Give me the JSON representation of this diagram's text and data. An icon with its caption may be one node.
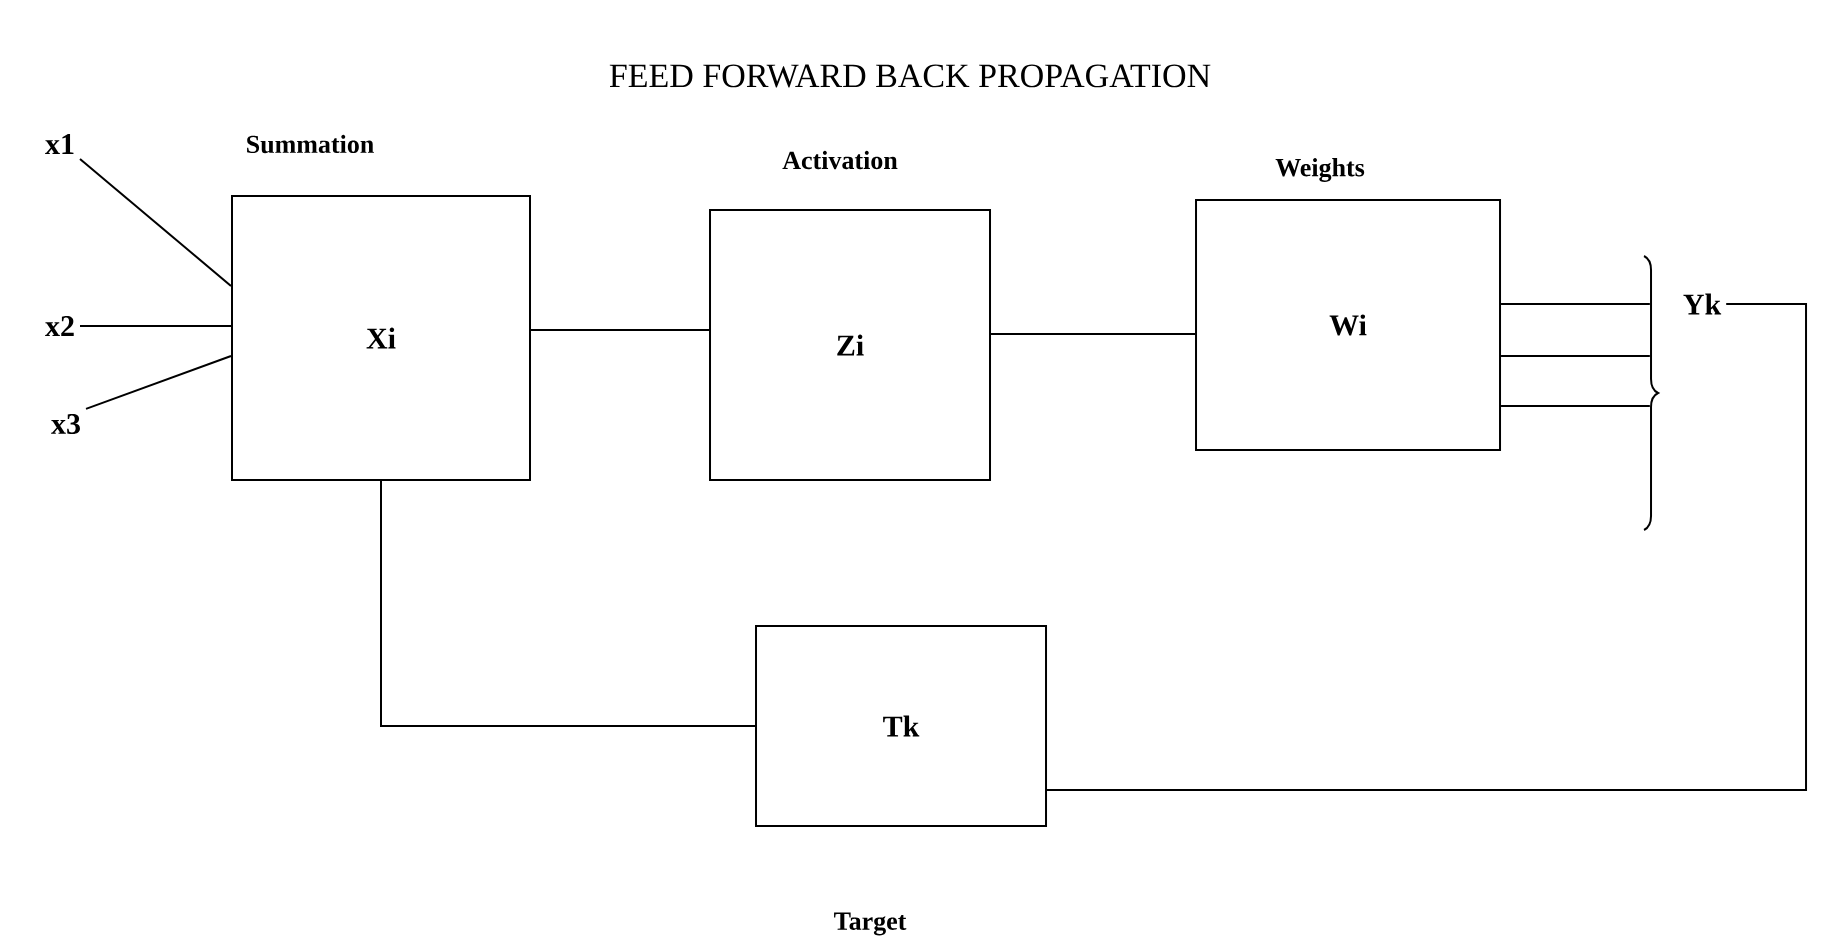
{
  "diagram": {
    "title": "FEED FORWARD BACK PROPAGATION",
    "nodes": [
      {
        "text": [
          "x1"
        ]
      },
      {
        "text": [
          "x2"
        ]
      },
      {
        "text": [
          "x3"
        ]
      },
      {
        "text": [
          "Summation",
          "Xi"
        ]
      },
      {
        "text": [
          "Activation",
          "Zi"
        ]
      },
      {
        "text": [
          "Weights",
          "Wi"
        ]
      },
      {
        "text": [
          "Yk"
        ]
      },
      {
        "text": [
          "Tk",
          "Target"
        ]
      }
    ],
    "edges": [
      {
        "from": 0,
        "to": 3,
        "arrow": "none"
      },
      {
        "from": 1,
        "to": 3,
        "arrow": "none"
      },
      {
        "from": 2,
        "to": 3,
        "arrow": "none"
      },
      {
        "from": 3,
        "to": 4,
        "arrow": "none"
      },
      {
        "from": 4,
        "to": 5,
        "arrow": "none"
      },
      {
        "from": 5,
        "to": 6,
        "arrow": "none"
      },
      {
        "from": 5,
        "to": 6,
        "arrow": "none"
      },
      {
        "from": 5,
        "to": 6,
        "arrow": "none"
      },
      {
        "from": 6,
        "to": 7,
        "arrow": "none"
      },
      {
        "from": 7,
        "to": 3,
        "arrow": "none"
      }
    ]
  }
}
